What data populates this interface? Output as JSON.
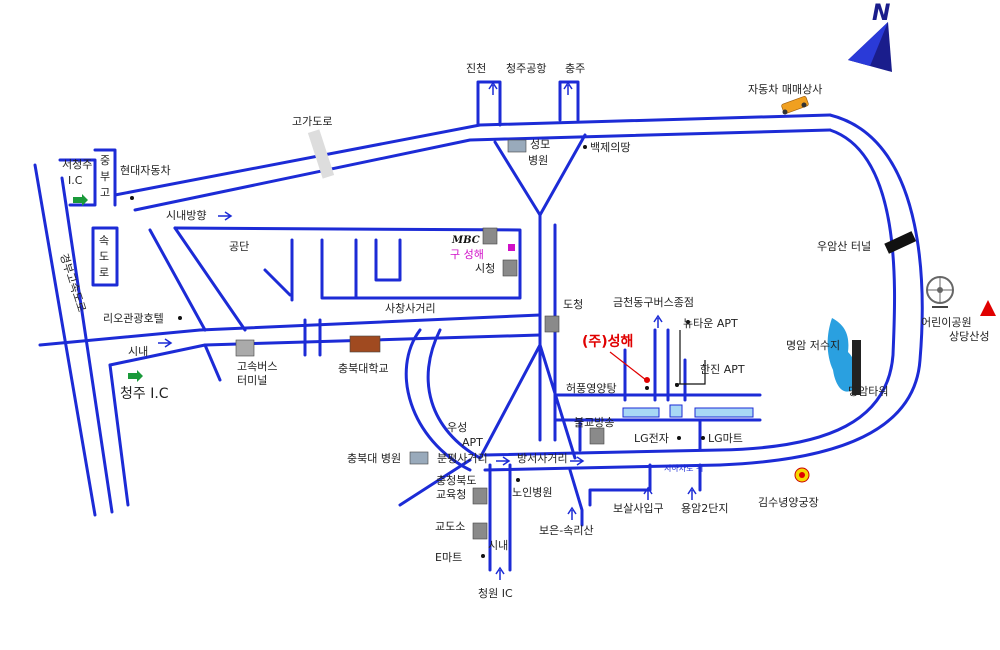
{
  "compass": {
    "label": "N"
  },
  "labels": {
    "jincheon": "진천",
    "cheongju_airport": "청주공항",
    "chungju": "충주",
    "car_market": "자동차 매매상사",
    "goga_doro": "고가도로",
    "seongmo": "성모",
    "hospital": "병원",
    "baekje": "백제의땅",
    "seocheongju": "서청주",
    "ic": "I.C",
    "jung": "중",
    "bu": "부",
    "go": "고",
    "hyundai": "현대자동차",
    "sinae_direction": "시내방향",
    "gongdan": "공단",
    "mbc": "MBC",
    "old_company": "구 성해",
    "city_hall": "시청",
    "sok": "속",
    "do": "도",
    "ro": "로",
    "gyeongbu_highway": "경부고속도로",
    "rio_hotel": "리오관광호텔",
    "sinae": "시내",
    "cheongju_ic": "청주 I.C",
    "express_bus_1": "고속버스",
    "express_bus_2": "터미널",
    "sachang": "사창사거리",
    "chungbuk_univ": "충북대학교",
    "docheong": "도청",
    "geumcheon_bus": "금천동구버스종점",
    "newtown_apt": "뉴타운 APT",
    "company_current": "(주)성해",
    "heopung": "허풍영양탕",
    "hanjin_apt": "한진 APT",
    "myeongam_reservoir": "명암 저수지",
    "myeongam_tower": "명암타워",
    "uamsan_tunnel": "우암산 터널",
    "children_park": "어린이공원",
    "sangdang": "상당산성",
    "useong_1": "우성",
    "useong_2": "APT",
    "bulgyo_broadcast": "불교방송",
    "lg_electronics": "LG전자",
    "lg_mart": "LG마트",
    "chungbuk_hospital": "충북대 병원",
    "bunpyeong": "분평사거리",
    "bangseo": "방서사거리",
    "underpass": "지하차도 위",
    "chungbuk_edu_1": "충청북도",
    "chungbuk_edu_2": "교육청",
    "elderly_hospital": "노인병원",
    "bosal": "보살사입구",
    "yongam2": "용암2단지",
    "kimsu_factory": "김수녕양궁장",
    "driving_school": "교도소",
    "sinae2": "시내",
    "boeun": "보은-속리산",
    "emart": "E마트",
    "cheongwon_ic": "청원 IC"
  },
  "colors": {
    "road": "#1c2bd6",
    "highlight": "#e00000",
    "pink": "#d010c8",
    "water": "#2aa0e0",
    "tunnel": "#111111",
    "mountain": "#e00000"
  }
}
